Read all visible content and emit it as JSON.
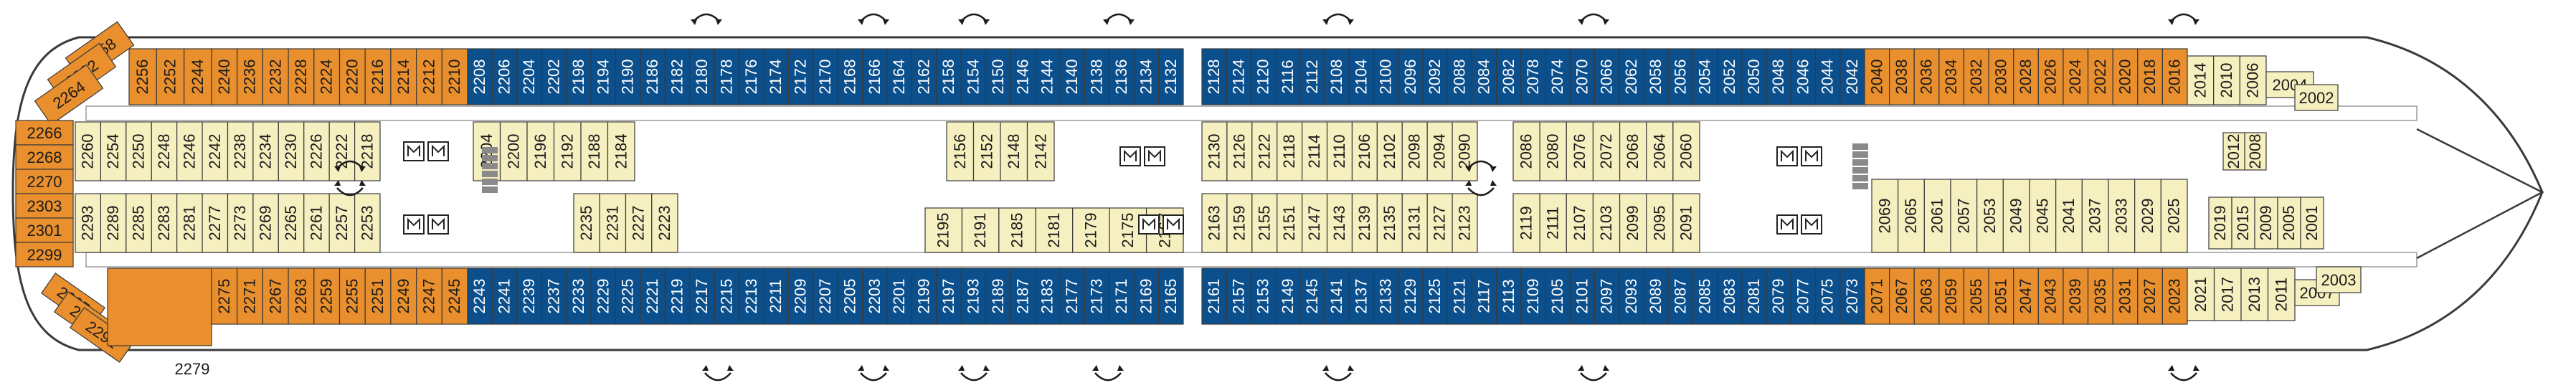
{
  "deck_plan": {
    "colors": {
      "balcony": "#e98f2d",
      "oceanview": "#0b4f8c",
      "interior": "#f6efbf",
      "outline": "#3a3a3a"
    },
    "legend_icon_names": [
      "bed-icon",
      "accessible-icon",
      "connecting-dot-icon",
      "sofa-bed-icon",
      "door-arrow-icon",
      "elevator-icon"
    ],
    "aft_curved_cabins_top": [
      "2258",
      "2262",
      "2264",
      "2256",
      "2252",
      "2244"
    ],
    "aft_curved_cabins_left": [
      "2266",
      "2268",
      "2270",
      "2303",
      "2301",
      "2299"
    ],
    "aft_curved_cabins_bottom": [
      "2297",
      "2295",
      "2291"
    ],
    "aft_misc": [
      "2279"
    ],
    "top_orange_aft": [
      "2240",
      "2236",
      "2232",
      "2228",
      "2224",
      "2220",
      "2216",
      "2214",
      "2212",
      "2210"
    ],
    "top_blue_aft": [
      "2208",
      "2206",
      "2204",
      "2202",
      "2198",
      "2194",
      "2190",
      "2186",
      "2182",
      "2180",
      "2178",
      "2176",
      "2174",
      "2172",
      "2170",
      "2168",
      "2166",
      "2164",
      "2162",
      "2158",
      "2154",
      "2150",
      "2146",
      "2144",
      "2140",
      "2138",
      "2136",
      "2134",
      "2132"
    ],
    "top_blue_fwd": [
      "2128",
      "2124",
      "2120",
      "2116",
      "2112",
      "2108",
      "2104",
      "2100",
      "2096",
      "2092",
      "2088",
      "2084",
      "2082",
      "2078",
      "2074",
      "2070",
      "2066",
      "2062",
      "2058",
      "2056",
      "2054",
      "2052",
      "2050",
      "2048",
      "2046",
      "2044",
      "2042"
    ],
    "top_orange_fwd": [
      "2040",
      "2038",
      "2036",
      "2034",
      "2032",
      "2030",
      "2028",
      "2026",
      "2024",
      "2022",
      "2020",
      "2018",
      "2016"
    ],
    "bow_top": [
      "2014",
      "2010",
      "2006",
      "2004",
      "2002"
    ],
    "inner_top_aft_row": [
      "2260",
      "2254",
      "2250",
      "2248",
      "2246",
      "2242",
      "2238",
      "2234",
      "2230",
      "2226",
      "2222",
      "2218"
    ],
    "inner_top_aft_row2": [
      "2204",
      "2200",
      "2196",
      "2192",
      "2188",
      "2184"
    ],
    "inner_top_mid": [
      "2156",
      "2152",
      "2148",
      "2142"
    ],
    "inner_top_fwd": [
      "2130",
      "2126",
      "2122",
      "2118",
      "2114",
      "2110",
      "2106",
      "2102",
      "2098",
      "2094",
      "2090",
      "2086",
      "2080",
      "2076",
      "2072",
      "2068",
      "2064",
      "2060"
    ],
    "bow_inner": [
      "2012",
      "2008"
    ],
    "inner_bottom_aft": [
      "2293",
      "2289",
      "2285",
      "2283",
      "2281",
      "2277",
      "2273",
      "2269",
      "2265",
      "2261",
      "2257",
      "2253"
    ],
    "inner_bottom_aft2": [
      "2235",
      "2231",
      "2227",
      "2223"
    ],
    "inner_bottom_mid": [
      "2195",
      "2191",
      "2185",
      "2181",
      "2179",
      "2175",
      "2167"
    ],
    "inner_bottom_fwd": [
      "2163",
      "2159",
      "2155",
      "2151",
      "2147",
      "2143",
      "2139",
      "2135",
      "2131",
      "2127",
      "2123",
      "2119",
      "2111",
      "2107",
      "2103",
      "2099",
      "2095",
      "2091"
    ],
    "inner_bottom_fwd2": [
      "2069",
      "2065",
      "2061",
      "2057",
      "2053",
      "2049",
      "2045",
      "2041",
      "2037",
      "2033",
      "2029",
      "2025"
    ],
    "bow_inner_bottom": [
      "2019",
      "2015",
      "2009",
      "2005",
      "2001"
    ],
    "bottom_orange_aft": [
      "2275",
      "2271",
      "2267",
      "2263",
      "2259",
      "2255",
      "2251",
      "2249",
      "2247",
      "2245"
    ],
    "bottom_blue_aft": [
      "2243",
      "2241",
      "2239",
      "2237",
      "2233",
      "2229",
      "2225",
      "2221",
      "2219",
      "2217",
      "2215",
      "2213",
      "2211",
      "2209",
      "2207",
      "2205",
      "2203",
      "2201",
      "2199",
      "2197",
      "2193",
      "2189",
      "2187",
      "2183",
      "2177",
      "2173",
      "2171",
      "2169",
      "2165"
    ],
    "bottom_blue_fwd": [
      "2161",
      "2157",
      "2153",
      "2149",
      "2145",
      "2141",
      "2137",
      "2133",
      "2129",
      "2125",
      "2121",
      "2117",
      "2113",
      "2109",
      "2105",
      "2101",
      "2097",
      "2093",
      "2089",
      "2087",
      "2085",
      "2083",
      "2081",
      "2079",
      "2077",
      "2075",
      "2073"
    ],
    "bottom_orange_fwd": [
      "2071",
      "2067",
      "2063",
      "2059",
      "2055",
      "2051",
      "2047",
      "2043",
      "2039",
      "2035",
      "2031",
      "2027",
      "2023"
    ],
    "bow_bottom": [
      "2021",
      "2017",
      "2013",
      "2011",
      "2007",
      "2003"
    ]
  }
}
